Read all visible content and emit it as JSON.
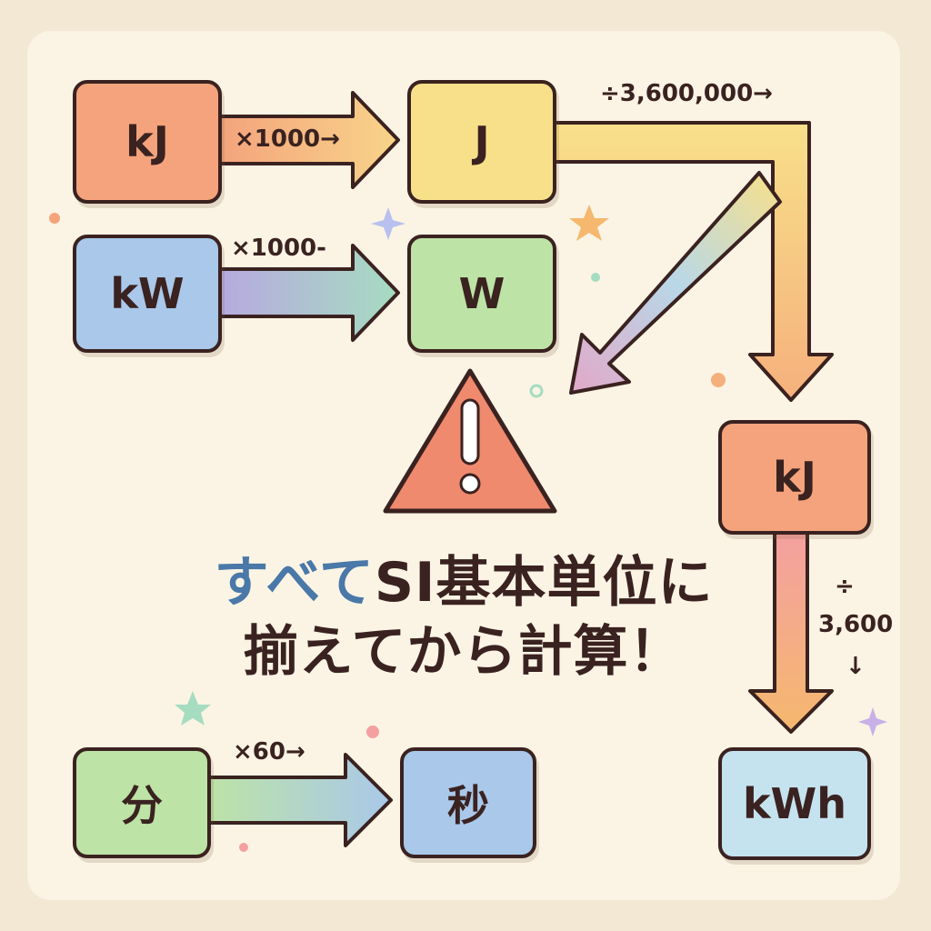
{
  "boxes": {
    "kj_top": "kJ",
    "j": "J",
    "kw": "kW",
    "w": "W",
    "kj_right": "kJ",
    "kwh": "kWh",
    "minute": "分",
    "second": "秒"
  },
  "arrows": {
    "kj_to_j": "×1000→",
    "kw_to_w": "×1000-",
    "j_to_kj": "÷3,600,000→",
    "kj_to_kwh_1": "÷",
    "kj_to_kwh_2": "3,600",
    "kj_to_kwh_3": "↓",
    "min_to_sec": "×60→"
  },
  "message": {
    "part_blue": "すべて",
    "part_dark": "SI基本単位に",
    "line2": "揃えてから計算！"
  },
  "colors": {
    "orange": "#f4a37c",
    "yellow": "#f8e08a",
    "blue": "#a9c8ea",
    "green": "#bde3a6",
    "lightblue": "#c5e3ef",
    "warning": "#f08a6e"
  }
}
